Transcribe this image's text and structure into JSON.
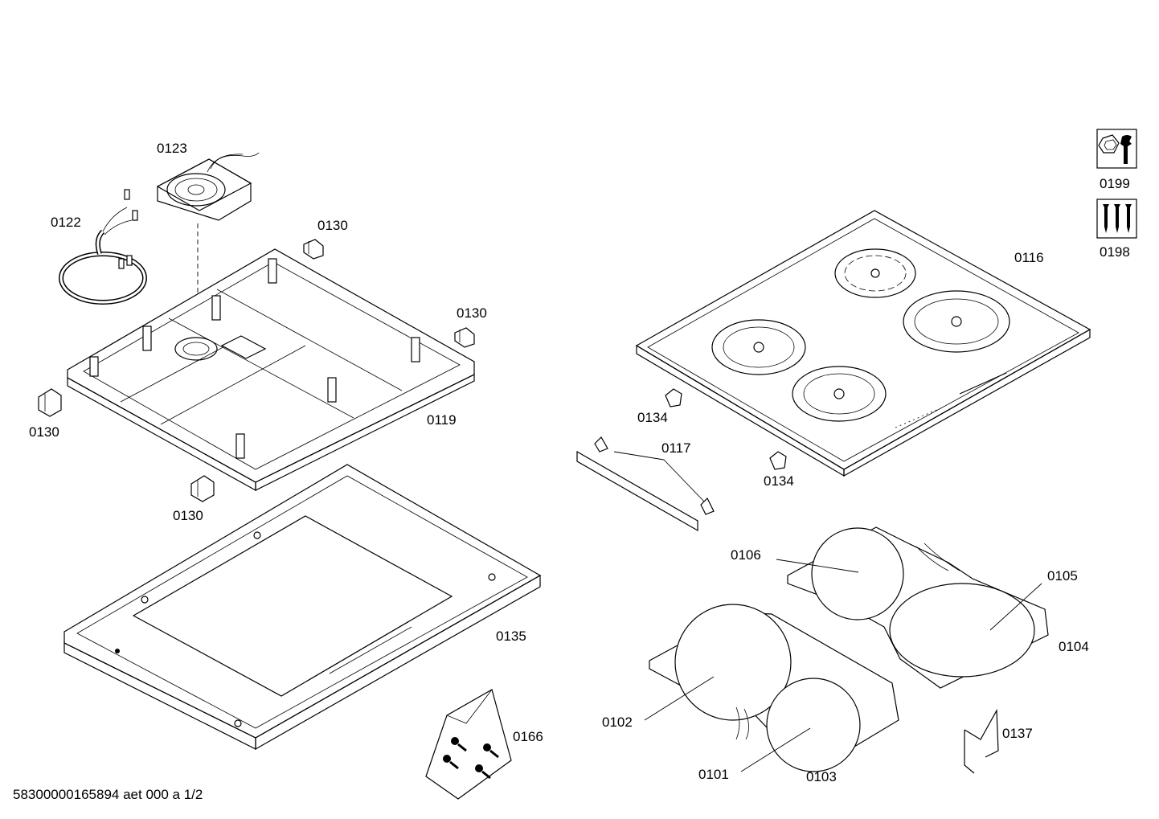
{
  "footer": {
    "doc_id": "58300000165894 aet 000 a 1/2"
  },
  "service_icons": [
    {
      "name": "tool-icon",
      "label": "0199"
    },
    {
      "name": "screw-set-icon",
      "label": "0198"
    }
  ],
  "parts": [
    {
      "id": "p0123",
      "label": "0123"
    },
    {
      "id": "p0122",
      "label": "0122"
    },
    {
      "id": "p0130a",
      "label": "0130"
    },
    {
      "id": "p0130b",
      "label": "0130"
    },
    {
      "id": "p0130c",
      "label": "0130"
    },
    {
      "id": "p0130d",
      "label": "0130"
    },
    {
      "id": "p0119",
      "label": "0119"
    },
    {
      "id": "p0135",
      "label": "0135"
    },
    {
      "id": "p0166",
      "label": "0166"
    },
    {
      "id": "p0116",
      "label": "0116"
    },
    {
      "id": "p0134a",
      "label": "0134"
    },
    {
      "id": "p0134b",
      "label": "0134"
    },
    {
      "id": "p0117",
      "label": "0117"
    },
    {
      "id": "p0106",
      "label": "0106"
    },
    {
      "id": "p0105",
      "label": "0105"
    },
    {
      "id": "p0104",
      "label": "0104"
    },
    {
      "id": "p0102",
      "label": "0102"
    },
    {
      "id": "p0101",
      "label": "0101"
    },
    {
      "id": "p0103",
      "label": "0103"
    },
    {
      "id": "p0137",
      "label": "0137"
    }
  ]
}
